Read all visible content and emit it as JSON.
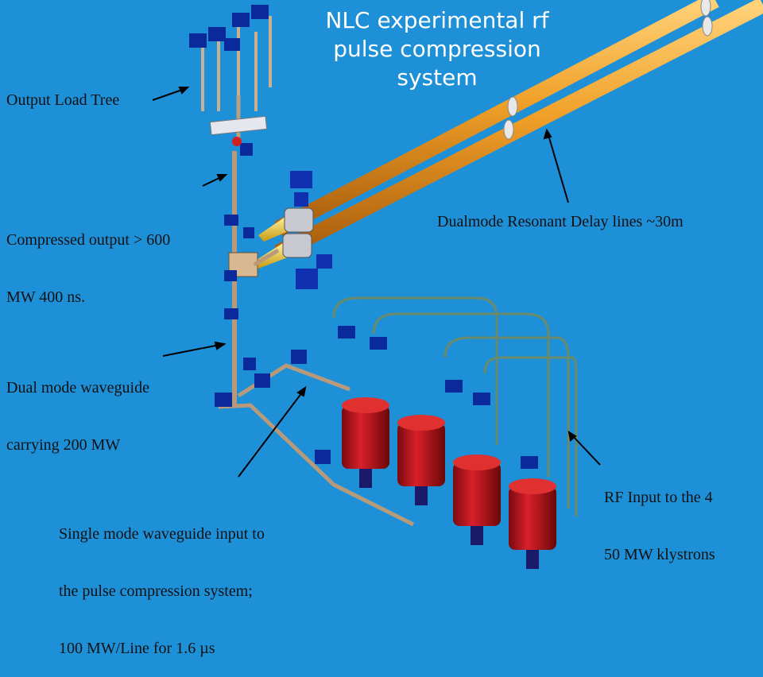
{
  "title": {
    "line1": "NLC experimental rf",
    "line2": "pulse compression",
    "line3": "system"
  },
  "labels": {
    "output_load_tree": "Output Load Tree",
    "compressed_output_l1": "Compressed output > 600",
    "compressed_output_l2": "MW 400 ns.",
    "dual_mode_l1": "Dual mode waveguide",
    "dual_mode_l2": "carrying 200 MW",
    "delay_lines": "Dualmode Resonant Delay lines ~30m",
    "rf_input_l1": "RF Input to the 4",
    "rf_input_l2": "50 MW klystrons",
    "single_mode_l1": "Single mode waveguide input to",
    "single_mode_l2": "the pulse compression system;",
    "single_mode_l3": "100 MW/Line for 1.6 µs"
  },
  "colors": {
    "background": "#1e90d8",
    "delay_pipe": "#e8961c",
    "klystron": "#c0121a",
    "flange_blue": "#0a2a9c",
    "waveguide": "#b89a7a"
  }
}
